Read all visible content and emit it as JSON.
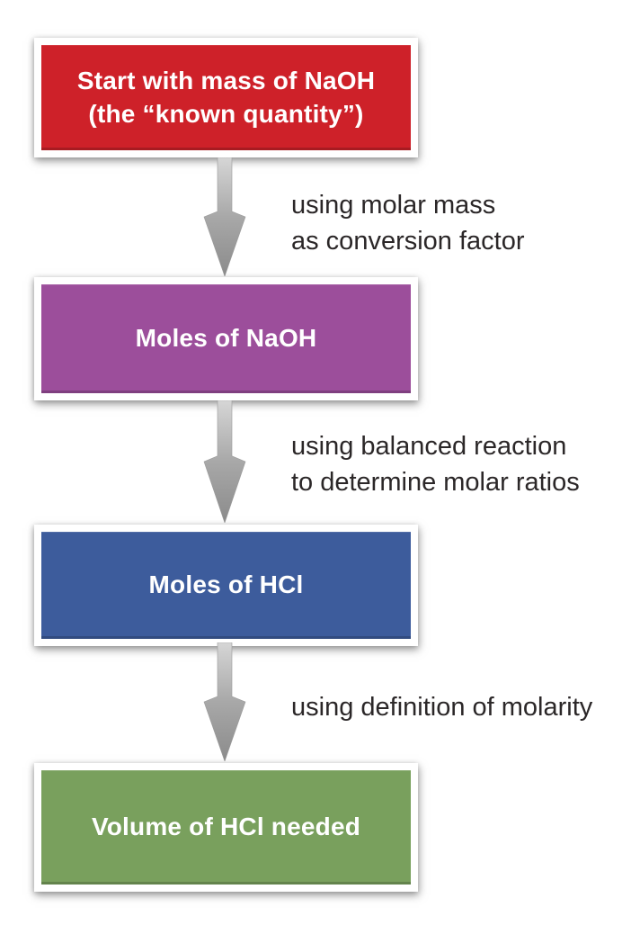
{
  "diagram": {
    "description": "Stoichiometry flowchart from mass of NaOH to volume of HCl needed",
    "boxes": [
      {
        "id": "start",
        "label_line1": "Start with mass of NaOH",
        "label_line2": "(the “known quantity”)",
        "color": "#ce2129"
      },
      {
        "id": "moles-naoh",
        "label": "Moles of NaOH",
        "color": "#9c4e9b"
      },
      {
        "id": "moles-hcl",
        "label": "Moles of HCl",
        "color": "#3d5c9c"
      },
      {
        "id": "volume-hcl",
        "label": "Volume of HCl needed",
        "color": "#79a05d"
      }
    ],
    "arrow_captions": [
      {
        "line1": "using molar mass",
        "line2": "as conversion factor"
      },
      {
        "line1": "using balanced reaction",
        "line2": "to determine molar ratios"
      },
      {
        "line1": "using definition of molarity"
      }
    ],
    "colors": {
      "box_text": "#ffffff",
      "caption_text": "#2b2728",
      "arrow_light": "#d6d6d6",
      "arrow_mid": "#a8a8a8",
      "arrow_dark": "#8b8b8b",
      "frame": "#ffffff",
      "background": "#ffffff"
    }
  }
}
